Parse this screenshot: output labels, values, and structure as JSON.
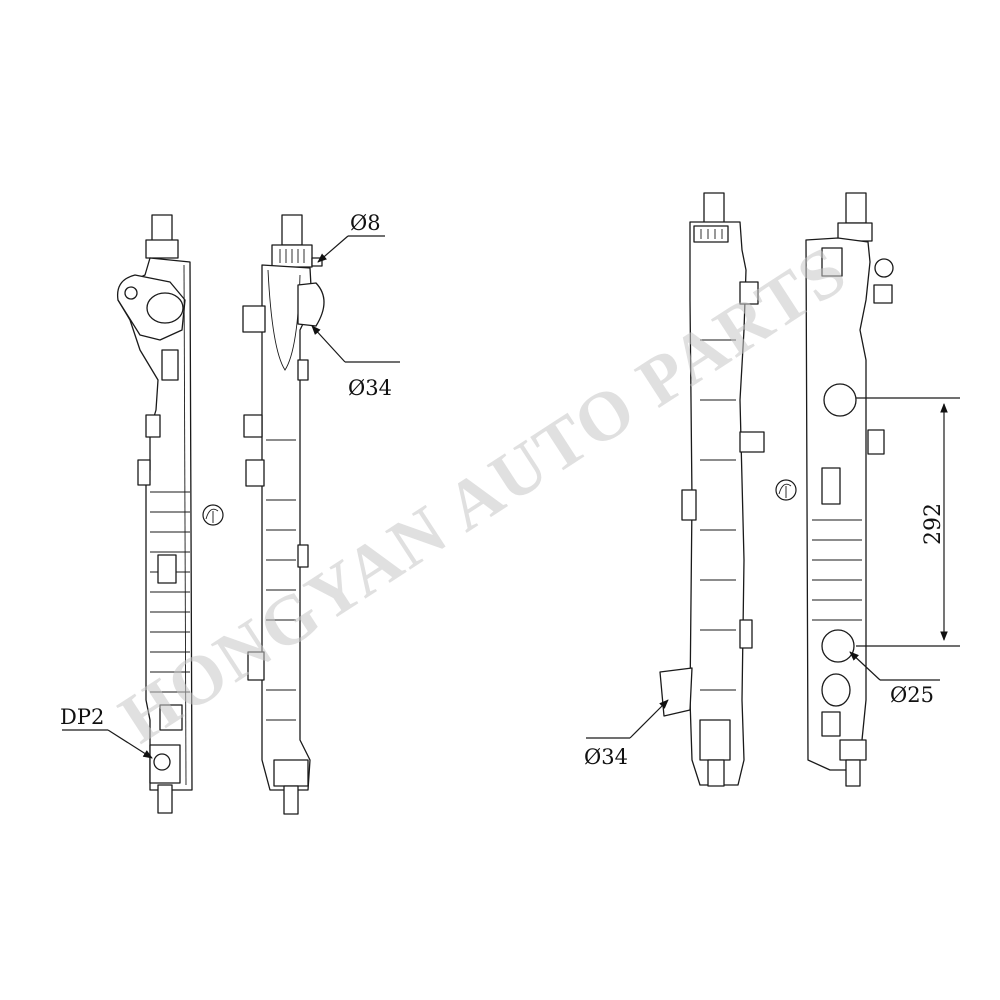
{
  "watermark": "HONGYAN AUTO PARTS",
  "labels": {
    "phi8": "Ø8",
    "phi34_left": "Ø34",
    "dp2": "DP2",
    "phi34_right": "Ø34",
    "phi25": "Ø25",
    "dim292": "292"
  },
  "views": [
    "left-tank-side-view",
    "left-tank-front-view",
    "right-tank-front-view",
    "right-tank-side-view"
  ]
}
